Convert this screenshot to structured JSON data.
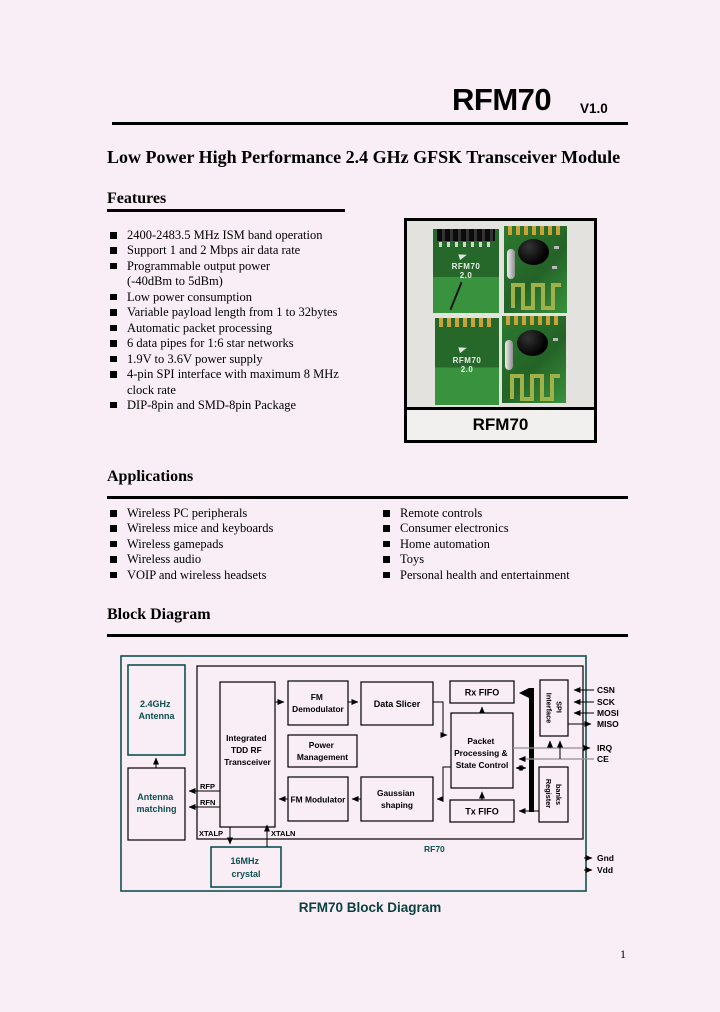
{
  "page": {
    "background_color": "#f9edf6",
    "page_number": "1"
  },
  "header": {
    "product": "RFM70",
    "version": "V1.0"
  },
  "title": "Low Power High Performance 2.4 GHz GFSK Transceiver Module",
  "features": {
    "heading": "Features",
    "items": [
      "2400-2483.5 MHz ISM band operation",
      "Support 1 and 2 Mbps air data rate",
      "Programmable output power",
      "(-40dBm to 5dBm)",
      "Low power consumption",
      "Variable payload length from 1 to 32bytes",
      "Automatic packet processing",
      "6 data pipes for 1:6 star networks",
      "1.9V to 3.6V power supply",
      "4-pin SPI interface with maximum 8 MHz",
      "clock rate",
      "DIP-8pin and SMD-8pin Package"
    ]
  },
  "photo": {
    "caption": "RFM70",
    "silkscreen_line1": "RFM70",
    "silkscreen_line2": "2.0"
  },
  "applications": {
    "heading": "Applications",
    "left": [
      "Wireless PC peripherals",
      "Wireless mice and keyboards",
      "Wireless gamepads",
      "Wireless audio",
      "VOIP and wireless headsets"
    ],
    "right": [
      "Remote controls",
      "Consumer electronics",
      "Home automation",
      "Toys",
      "Personal health and entertainment"
    ]
  },
  "block_diagram": {
    "heading": "Block Diagram",
    "caption": "RFM70 Block Diagram",
    "chip_label": "RF70",
    "colors": {
      "teal": "#0d5050",
      "line_gray": "#8f8f8f"
    },
    "blocks": {
      "antenna_line1": "2.4GHz",
      "antenna_line2": "Antenna",
      "matching_line1": "Antenna",
      "matching_line2": "matching",
      "transceiver_line1": "Integrated",
      "transceiver_line2": "TDD RF",
      "transceiver_line3": "Transceiver",
      "fm_demodulator_line1": "FM",
      "fm_demodulator_line2": "Demodulator",
      "data_slicer": "Data Slicer",
      "rx_fifo": "Rx FIFO",
      "power_line1": "Power",
      "power_line2": "Management",
      "packet_line1": "Packet",
      "packet_line2": "Processing &",
      "packet_line3": "State Control",
      "fm_modulator": "FM Modulator",
      "gaussian_line1": "Gaussian",
      "gaussian_line2": "shaping",
      "tx_fifo": "Tx FIFO",
      "spi_line1": "SPI",
      "spi_line2": "Interface",
      "register_line1": "Register",
      "register_line2": "banks",
      "crystal_line1": "16MHz",
      "crystal_line2": "crystal"
    },
    "pins": {
      "rfp": "RFP",
      "rfn": "RFN",
      "xtalp": "XTALP",
      "xtaln": "XTALN"
    },
    "signals": {
      "csn": "CSN",
      "sck": "SCK",
      "mosi": "MOSI",
      "miso": "MISO",
      "irq": "IRQ",
      "ce": "CE",
      "gnd": "Gnd",
      "vdd": "Vdd"
    }
  }
}
